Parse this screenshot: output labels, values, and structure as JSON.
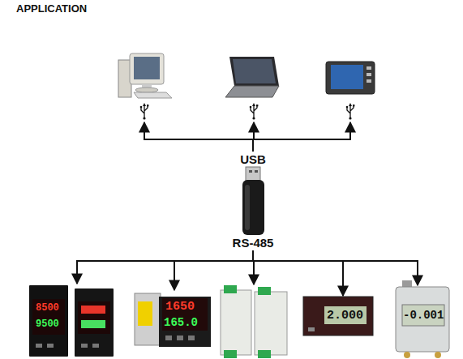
{
  "diagram": {
    "title": "APPLICATION",
    "nodes": [
      {
        "text": [
          "USB",
          "RS-485"
        ]
      },
      {
        "text": [
          "8500",
          "9500"
        ]
      },
      {
        "text": [
          "1650",
          "165.0"
        ]
      },
      {
        "text": [
          "2.000"
        ]
      },
      {
        "text": [
          "-0.001"
        ]
      }
    ],
    "edges": [
      {
        "from": 0,
        "to": 1,
        "arrow": "to"
      },
      {
        "from": 0,
        "to": 2,
        "arrow": "to"
      },
      {
        "from": 0,
        "to": 3,
        "arrow": "to"
      },
      {
        "from": 0,
        "to": 4,
        "arrow": "to"
      }
    ]
  }
}
